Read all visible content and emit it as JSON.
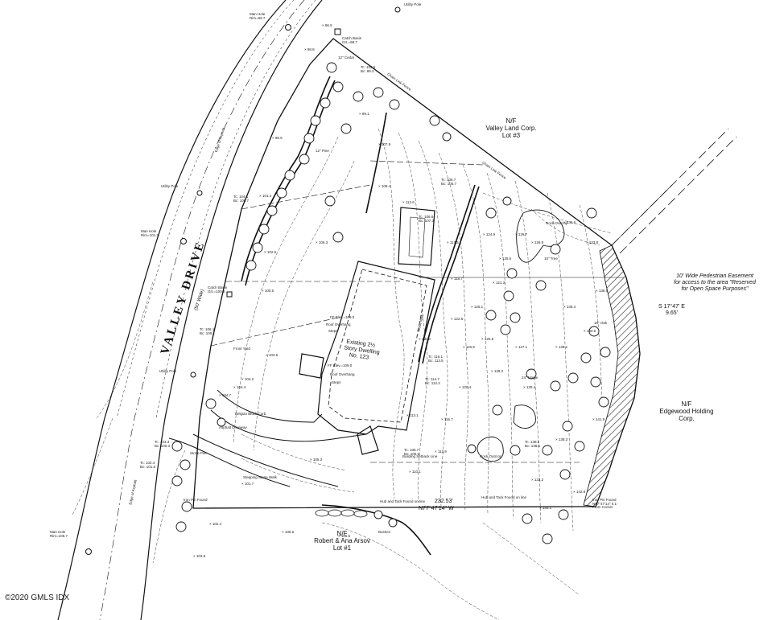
{
  "road": {
    "name": "VALLEY DRIVE",
    "width_note": "(50' Wide)"
  },
  "dwelling": {
    "line1": "Existing 2½",
    "line2": "Story Dwelling",
    "line3": "No. 123"
  },
  "neighbors": {
    "north": {
      "line1": "N/F",
      "line2": "Valley Land Corp.",
      "line3": "Lot #3"
    },
    "east": {
      "line1": "N/F",
      "line2": "Edgewood Holding",
      "line3": "Corp."
    },
    "south": {
      "line1": "N/F",
      "line2": "Robert & Ana Arsov",
      "line3": "Lot #1"
    }
  },
  "easement": {
    "line1": "10' Wide Pedestrian Easement",
    "line2": "for access to the area \"Reserved",
    "line3": "for Open Space Purposes\""
  },
  "bearings": {
    "east_line": "S 17°47' E",
    "east_dist": "9.65'",
    "south_dist": "232.53'",
    "south_bearing": "N77°47'14\" W"
  },
  "annotations": {
    "man_hole_1": "Man Hole",
    "man_hole_1_rim": "Rim=99.7",
    "man_hole_2": "Man Hole",
    "man_hole_2_rim": "Rim=101.2",
    "man_hole_3": "Man Hole",
    "man_hole_3_rim": "Rim=105.7",
    "utility_pole_1": "Utility Pole",
    "utility_pole_2": "Utility Pole",
    "utility_pole_3": "Utility Pole",
    "catch_basin_1": "Catch Basin",
    "catch_basin_1_grt": "Grt.=98.7",
    "catch_basin_2": "Catch Basin",
    "catch_basin_2_grt": "Grt.=100.9",
    "front_yard": "Front Yard",
    "asphalt_driveway": "Asphalt Driveway",
    "belgian_block_curb": "Belgian Block Curb",
    "stone_pier": "Stone Pier",
    "stepping_stone_walk": "Stepping Stone Walk",
    "iron_pin_found": "Iron Pin Found",
    "iron_pin_found_corner": "Iron Pin Found",
    "iron_pin_offset": "N77°47'14\" 0.1'",
    "from_corner": "From Corner",
    "rock_outcrop_1": "Rock Outcrop",
    "rock_outcrop_2": "Rock Outcrop",
    "building_setback": "Building Setback Line",
    "roof_overhang_1": "Roof Overhang",
    "roof_overhang_2": "Roof Overhang",
    "ff_elev_1": "FF Elev.=109.0",
    "ff_elev_2": "FF Elev.=109.0",
    "steps_1": "Steps",
    "steps_2": "Steps",
    "stone_wall": "Stone Wall",
    "hub_and_tack": "Hub and Tack Found on line",
    "hub_and_tack_2": "Hub and Tack Found on line",
    "chain_link_fence": "Chain Link Fence",
    "chain_link_fence_2": "Chain Link Fence",
    "edge_of_asphalt": "Edge of Asphalt",
    "edge_of_asphalt_2": "Edge of Asphalt",
    "bushes": "Bushes"
  },
  "trees": {
    "cedar": "12\" Cedar",
    "pine": "12\" Pine",
    "maple": "24\" Maple",
    "oak": "18\" Oak",
    "tree": "10\" Tree"
  },
  "elevations": {
    "tc_1": "Tc: 103.5",
    "bc_1": "Bc: 99.3",
    "tc_2": "Tc: 104.1",
    "bc_2": "Bc: 100.7",
    "tc_3": "Tc: 106.1",
    "bc_3": "Bc: 100.1",
    "tc_4": "Tc: 106.6",
    "bc_4": "Bc: 107.3",
    "tc_5": "Tc: 116.1",
    "bc_5": "Bc: 113.5",
    "tc_6": "Tc: 114.7",
    "bc_6": "Bc: 113.3",
    "tc_7": "Tc: 108.7",
    "bc_7": "Bc: 106.6",
    "tc_8": "Tc: 139.2",
    "bc_8": "Bc: 138.5",
    "tc_9": "Tc: 102.4",
    "bc_9": "Bc: 101.8",
    "tc_10": "Tc: 106.7",
    "bc_10": "Bc: 105.7",
    "tc_11": "Tc: 103.3",
    "bc_11": "Bc: 100.3"
  },
  "spot_grades": [
    "98.8",
    "99.1",
    "101.4",
    "102.6",
    "104.2",
    "106.3",
    "107.9",
    "112.6",
    "118.7",
    "121.3",
    "126.9",
    "131.6",
    "133.8",
    "136.5",
    "135.4",
    "139.1",
    "141.9",
    "142.8",
    "144.1",
    "104.7",
    "103.5",
    "104.4",
    "101.7",
    "105.3",
    "100.5",
    "96.5",
    "99.9",
    "127.1",
    "134.6",
    "138.3",
    "130.4",
    "128.2",
    "120.4",
    "126.5",
    "125.1",
    "122.8",
    "125.6",
    "116.7",
    "113.1",
    "102.4",
    "105.6",
    "106.6",
    "103.8",
    "110.3",
    "117.5",
    "124.9",
    "126.7",
    "108.4",
    "110.1",
    "133.2",
    "115.9",
    "112.9"
  ],
  "copyright": "©2020 GMLS IDX"
}
